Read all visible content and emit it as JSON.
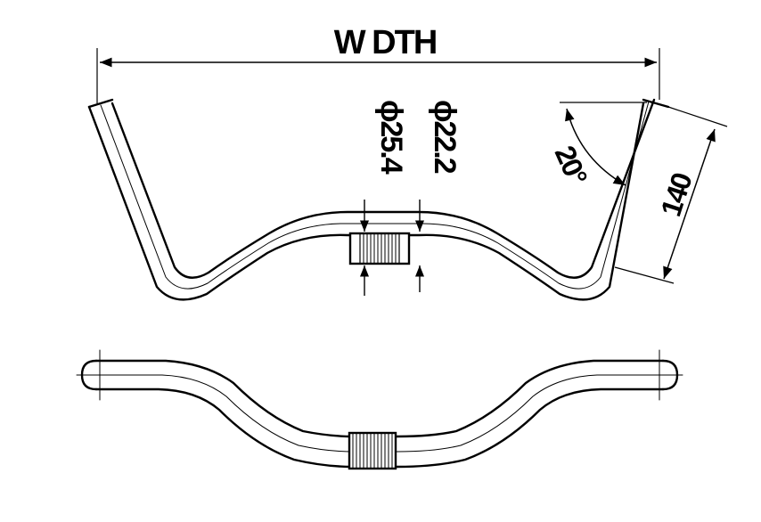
{
  "drawing": {
    "width_label": "W DTH",
    "diameter_clamp": "ϕ25.4",
    "diameter_grip": "ϕ22.2",
    "rise_label": "140",
    "angle_label": "20°"
  },
  "colors": {
    "line": "#000000",
    "background": "#ffffff"
  }
}
